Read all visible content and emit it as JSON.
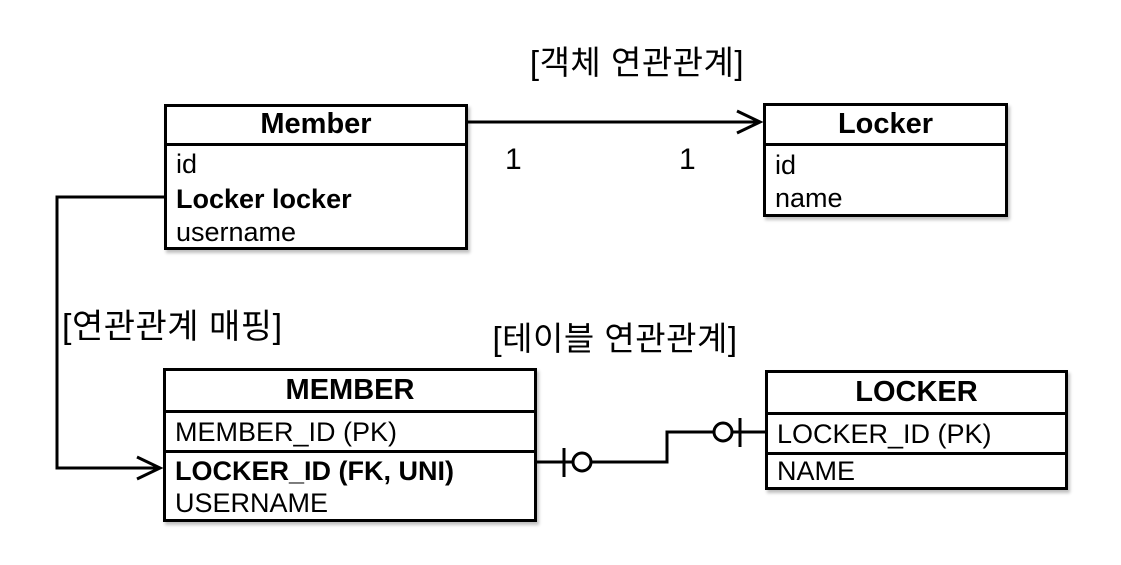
{
  "titles": {
    "object_association": "[객체 연관관계]",
    "association_mapping": "[연관관계 매핑]",
    "table_association": "[테이블 연관관계]"
  },
  "object_diagram": {
    "member": {
      "title": "Member",
      "fields": [
        {
          "label": "id"
        },
        {
          "label": "Locker locker"
        },
        {
          "label": "username"
        }
      ]
    },
    "locker": {
      "title": "Locker",
      "fields": [
        {
          "label": "id"
        },
        {
          "label": "name"
        }
      ]
    },
    "multiplicity_source": "1",
    "multiplicity_target": "1"
  },
  "table_diagram": {
    "member": {
      "title": "MEMBER",
      "rows": [
        {
          "label": "MEMBER_ID (PK)"
        },
        {
          "label": "LOCKER_ID (FK, UNI)"
        },
        {
          "label": "USERNAME"
        }
      ]
    },
    "locker": {
      "title": "LOCKER",
      "rows": [
        {
          "label": "LOCKER_ID (PK)"
        },
        {
          "label": "NAME"
        }
      ]
    }
  },
  "colors": {
    "stroke": "#000000",
    "background": "#ffffff"
  }
}
